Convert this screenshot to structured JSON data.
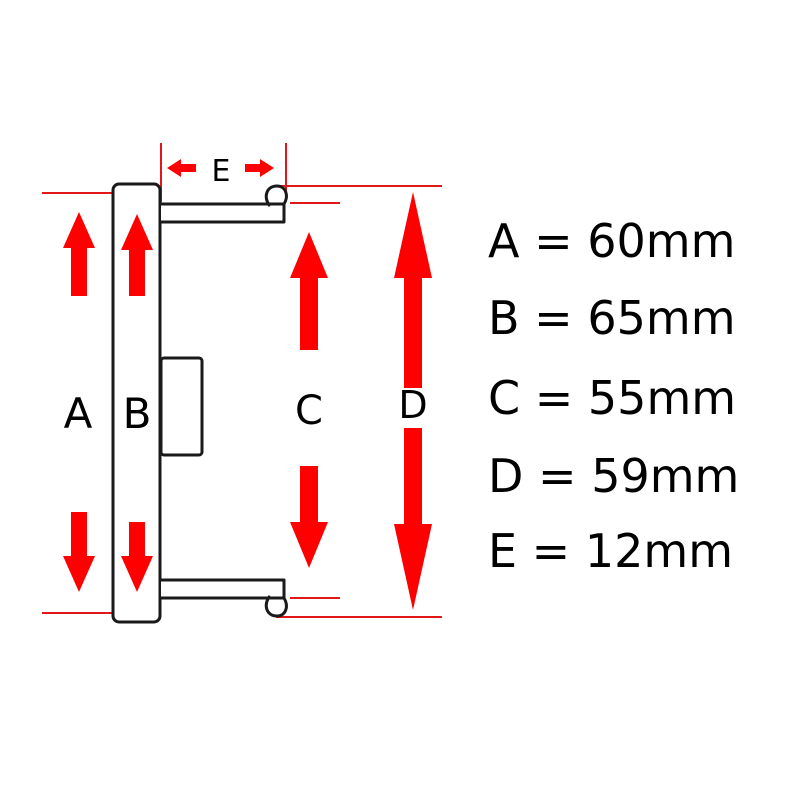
{
  "colors": {
    "arrow": "#ff0000",
    "guide": "#e01818",
    "outline": "#1a1a1a",
    "background": "#ffffff"
  },
  "labels": {
    "a": "A",
    "b": "B",
    "c": "C",
    "d": "D",
    "e": "E"
  },
  "specs": [
    {
      "letter": "A",
      "value": "60mm",
      "text": "A = 60mm"
    },
    {
      "letter": "B",
      "value": "65mm",
      "text": "B = 65mm"
    },
    {
      "letter": "C",
      "value": "55mm",
      "text": "C = 55mm"
    },
    {
      "letter": "D",
      "value": "59mm",
      "text": "D = 59mm"
    },
    {
      "letter": "E",
      "value": "12mm",
      "text": "E = 12mm"
    }
  ]
}
